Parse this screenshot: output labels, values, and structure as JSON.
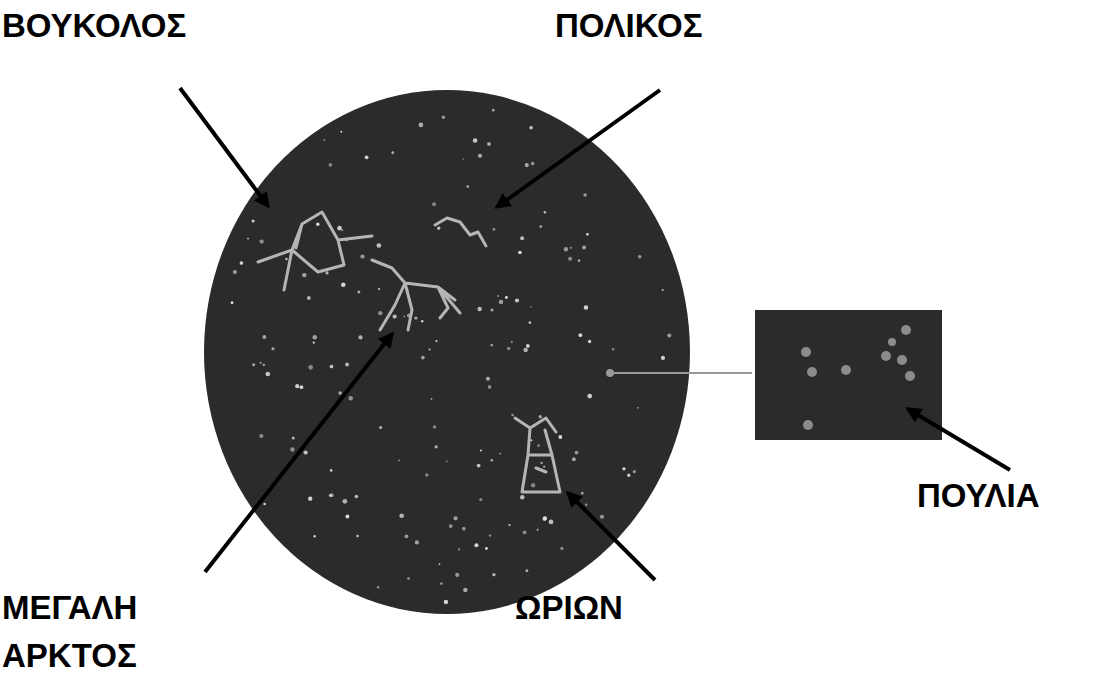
{
  "diagram": {
    "labels": [
      "ΒΟΥΚΟΛΟΣ",
      "ΠΟΛΙΚΟΣ",
      "ΜΕΓΑΛΗ ΑΡΚΤΟΣ",
      "ΩΡΙΩΝ",
      "ΠΟΥΛΙΑ"
    ]
  }
}
